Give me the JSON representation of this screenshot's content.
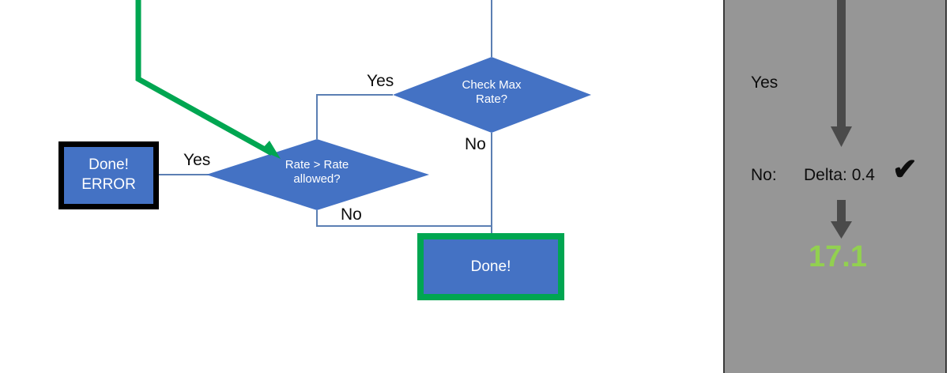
{
  "theme": {
    "node_fill": "#4472C4",
    "connector": "#5B7FB3",
    "green_accent": "#00A651",
    "error_border": "#000000",
    "panel_bg": "#969696",
    "panel_arrow": "#4A4A4A",
    "value_green": "#92D050",
    "text_dark": "#0D0D0D",
    "node_text": "#FFFFFF"
  },
  "flowchart": {
    "nodes": [
      {
        "id": "check-max-rate",
        "shape": "diamond",
        "label": "Check Max\nRate?"
      },
      {
        "id": "rate-gt-rate-allowed",
        "shape": "diamond",
        "label": "Rate > Rate\nallowed?"
      },
      {
        "id": "done-error",
        "shape": "process",
        "label": "Done!\nERROR"
      },
      {
        "id": "done",
        "shape": "process",
        "label": "Done!"
      }
    ],
    "edge_labels": [
      {
        "id": "yes-check-max",
        "text": "Yes"
      },
      {
        "id": "no-check-max",
        "text": "No"
      },
      {
        "id": "yes-rate-allowed",
        "text": "Yes"
      },
      {
        "id": "no-rate-allowed",
        "text": "No"
      }
    ]
  },
  "panel": {
    "yes_label": "Yes",
    "no_label": "No:",
    "delta_label": "Delta: 0.4",
    "check_mark": "✔",
    "result_value": "17.1"
  }
}
